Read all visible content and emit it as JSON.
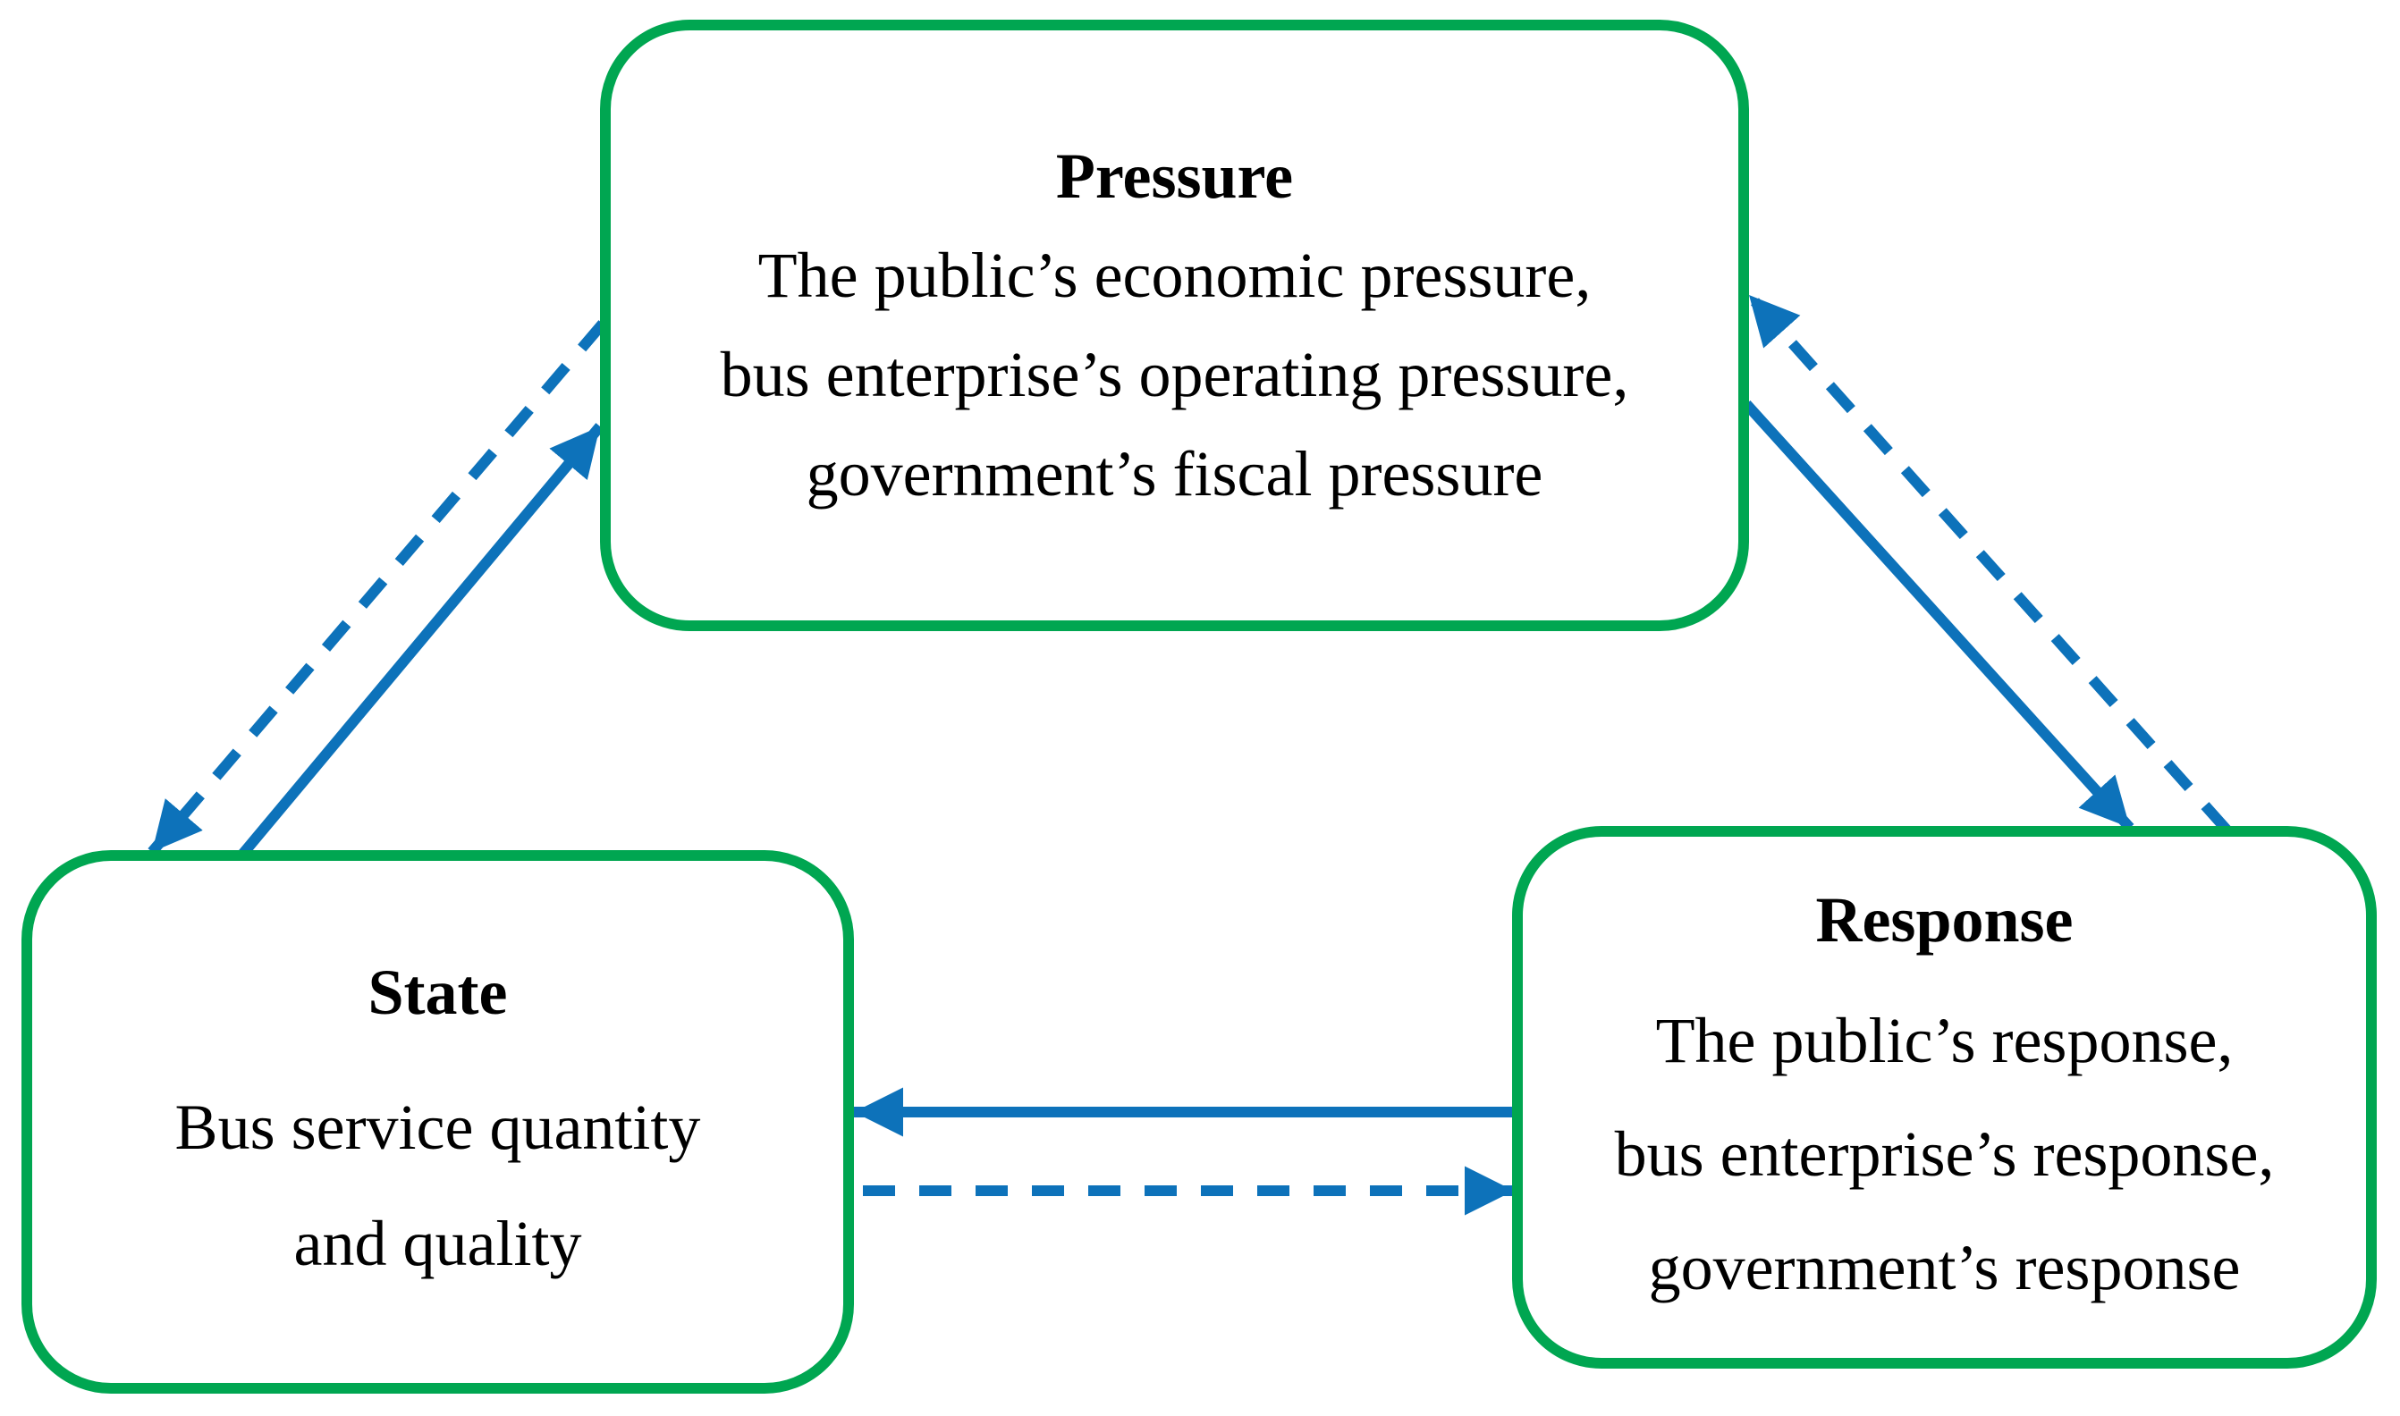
{
  "colors": {
    "box_border": "#00A651",
    "arrow": "#0D72BA",
    "text": "#000000",
    "background": "#FFFFFF"
  },
  "diagram": {
    "nodes": {
      "pressure": {
        "title": "Pressure",
        "lines": [
          "The public’s economic pressure,",
          "bus enterprise’s operating pressure,",
          "government’s fiscal pressure"
        ]
      },
      "state": {
        "title": "State",
        "lines": [
          "Bus service quantity",
          "and quality"
        ]
      },
      "response": {
        "title": "Response",
        "lines": [
          "The public’s response,",
          "bus enterprise’s response,",
          "government’s response"
        ]
      }
    },
    "arrows": [
      {
        "id": "state-to-pressure-solid",
        "from": "state",
        "to": "pressure",
        "style": "solid"
      },
      {
        "id": "pressure-to-state-dashed",
        "from": "pressure",
        "to": "state",
        "style": "dashed"
      },
      {
        "id": "pressure-to-response-solid",
        "from": "pressure",
        "to": "response",
        "style": "solid"
      },
      {
        "id": "response-to-pressure-dashed",
        "from": "response",
        "to": "pressure",
        "style": "dashed"
      },
      {
        "id": "response-to-state-solid",
        "from": "response",
        "to": "state",
        "style": "solid"
      },
      {
        "id": "state-to-response-dashed",
        "from": "state",
        "to": "response",
        "style": "dashed"
      }
    ]
  }
}
